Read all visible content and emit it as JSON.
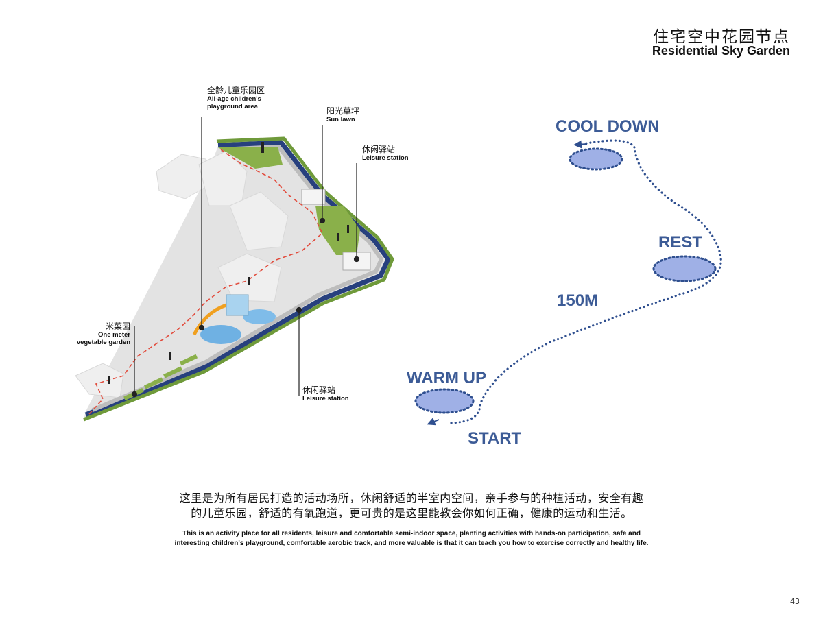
{
  "header": {
    "title_cn": "住宅空中花园节点",
    "title_en": "Residential Sky Garden"
  },
  "callouts": {
    "playground": {
      "cn": "全龄儿童乐园区",
      "en_line1": "All-age children's",
      "en_line2": "playground area"
    },
    "sun_lawn": {
      "cn": "阳光草坪",
      "en": "Sun lawn"
    },
    "leisure_top": {
      "cn": "休闲驿站",
      "en": "Leisure station"
    },
    "vegetable": {
      "cn": "一米菜园",
      "en_line1": "One meter",
      "en_line2": "vegetable garden"
    },
    "leisure_bottom": {
      "cn": "休闲驿站",
      "en": "Leisure station"
    }
  },
  "running_route": {
    "labels": {
      "cool_down": "COOL DOWN",
      "rest": "REST",
      "distance": "150M",
      "warm_up": "WARM UP",
      "start": "START"
    },
    "colors": {
      "text": "#3c5b96",
      "zone_fill": "#9fb0e6",
      "dots": "#2f4f8f"
    }
  },
  "description": {
    "cn_line1": "这里是为所有居民打造的活动场所，休闲舒适的半室内空间，亲手参与的种植活动，安全有趣",
    "cn_line2": "的儿童乐园，舒适的有氧跑道，更可贵的是这里能教会你如何正确，健康的运动和生活。",
    "en_line1": "This is an activity place for all residents, leisure and comfortable semi-indoor space, planting activities with hands-on participation, safe and",
    "en_line2": "interesting children's playground, comfortable aerobic track, and more valuable is that it can teach you how to exercise correctly and healthy life."
  },
  "page_number": "43"
}
